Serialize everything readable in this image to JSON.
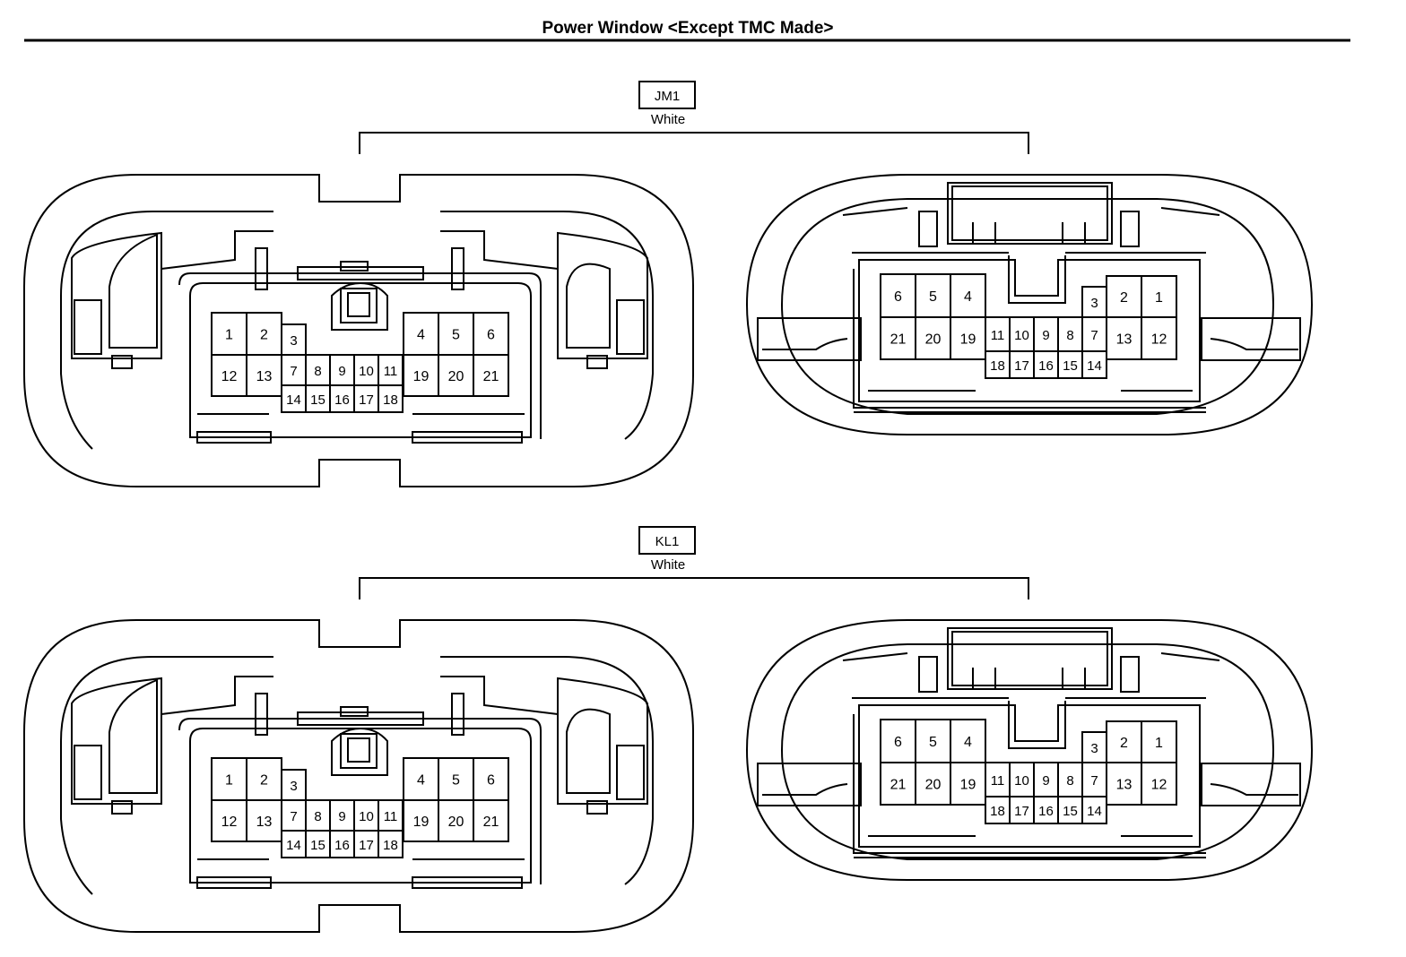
{
  "title": "Power Window <Except TMC Made>",
  "connectors": [
    {
      "code": "JM1",
      "color": "White",
      "female_pins": {
        "left_top": [
          "1",
          "2"
        ],
        "left_bottom": [
          "12",
          "13"
        ],
        "mid_top": [
          "3"
        ],
        "mid_row": [
          "7",
          "8",
          "9",
          "10",
          "11"
        ],
        "mid_bottom": [
          "14",
          "15",
          "16",
          "17",
          "18"
        ],
        "right_top": [
          "4",
          "5",
          "6"
        ],
        "right_bottom": [
          "19",
          "20",
          "21"
        ]
      },
      "male_pins": {
        "left_top": [
          "6",
          "5",
          "4"
        ],
        "left_bottom": [
          "21",
          "20",
          "19"
        ],
        "mid_row": [
          "11",
          "10",
          "9",
          "8",
          "7"
        ],
        "mid_bottom": [
          "18",
          "17",
          "16",
          "15",
          "14"
        ],
        "mid_top": [
          "3"
        ],
        "right_top": [
          "2",
          "1"
        ],
        "right_bottom": [
          "13",
          "12"
        ]
      }
    },
    {
      "code": "KL1",
      "color": "White",
      "female_pins": {
        "left_top": [
          "1",
          "2"
        ],
        "left_bottom": [
          "12",
          "13"
        ],
        "mid_top": [
          "3"
        ],
        "mid_row": [
          "7",
          "8",
          "9",
          "10",
          "11"
        ],
        "mid_bottom": [
          "14",
          "15",
          "16",
          "17",
          "18"
        ],
        "right_top": [
          "4",
          "5",
          "6"
        ],
        "right_bottom": [
          "19",
          "20",
          "21"
        ]
      },
      "male_pins": {
        "left_top": [
          "6",
          "5",
          "4"
        ],
        "left_bottom": [
          "21",
          "20",
          "19"
        ],
        "mid_row": [
          "11",
          "10",
          "9",
          "8",
          "7"
        ],
        "mid_bottom": [
          "18",
          "17",
          "16",
          "15",
          "14"
        ],
        "mid_top": [
          "3"
        ],
        "right_top": [
          "2",
          "1"
        ],
        "right_bottom": [
          "13",
          "12"
        ]
      }
    }
  ]
}
